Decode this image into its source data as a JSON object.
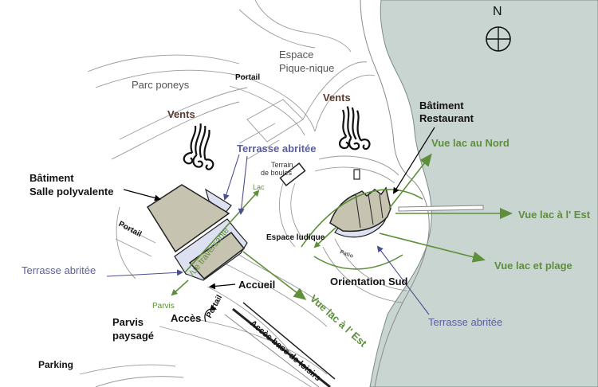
{
  "compass": {
    "label": "N"
  },
  "zones": {
    "pique_nique": [
      "Espace",
      "Pique-nique"
    ],
    "poneys": "Parc poneys",
    "parking": "Parking",
    "parvis_paysage": [
      "Parvis",
      "paysagé"
    ],
    "terrain_boules": [
      "Terrain",
      "de boules"
    ]
  },
  "portails": [
    "Portail",
    "Portail",
    "Portail"
  ],
  "vents": [
    "Vents",
    "Vents"
  ],
  "batiments": {
    "restaurant": [
      "Bâtiment",
      "Restaurant"
    ],
    "salle": [
      "Bâtiment",
      "Salle polyvalente"
    ]
  },
  "terrasses": [
    "Terrasse abritée",
    "Terrasse abritée",
    "Terrasse abritée"
  ],
  "labels": {
    "espace_ludique": "Espace ludique",
    "orientation_sud": "Orientation Sud",
    "accueil": "Accueil",
    "acces": "Accès",
    "parvis": "Parvis",
    "acces_base": "Accès base de loisirs",
    "lac": "Lac",
    "vue_traversante": "Vue traversante",
    "patio": "Patio"
  },
  "vues": {
    "nord": "Vue lac au Nord",
    "est": "Vue lac à l' Est",
    "plage": "Vue lac et plage",
    "est2": "Vue lac à l' Est"
  },
  "colors": {
    "lake": "#c9d5d0",
    "building": "#c6c3b0",
    "terrace": "#dde0f0",
    "view_green": "#5e8f3a",
    "terrace_blue": "#5b5f9e",
    "vents_brown": "#5a3a2e"
  }
}
